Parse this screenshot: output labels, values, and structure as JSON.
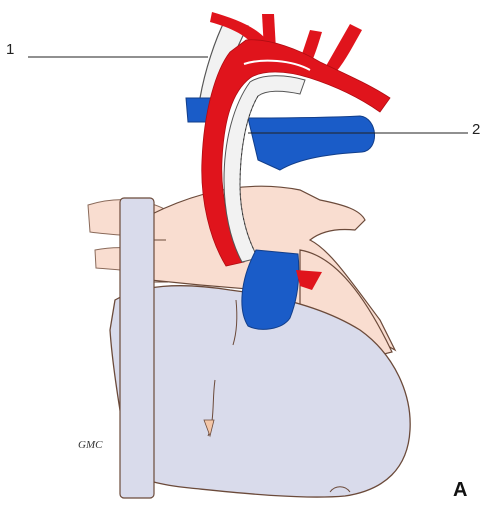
{
  "figure": {
    "panel_letter": "A",
    "artist_mark": "GMC",
    "labels": [
      {
        "number": "1",
        "target": "white-vessel-left"
      },
      {
        "number": "2",
        "target": "stitched-graft-line"
      }
    ]
  },
  "colors": {
    "artery_red": "#e0141c",
    "vein_blue": "#1a5cc8",
    "heart_fill": "#d9dbeb",
    "pericardium_pink": "#f9ddd0",
    "outline": "#6b4a3a",
    "graft_white": "#f2f2f2"
  }
}
